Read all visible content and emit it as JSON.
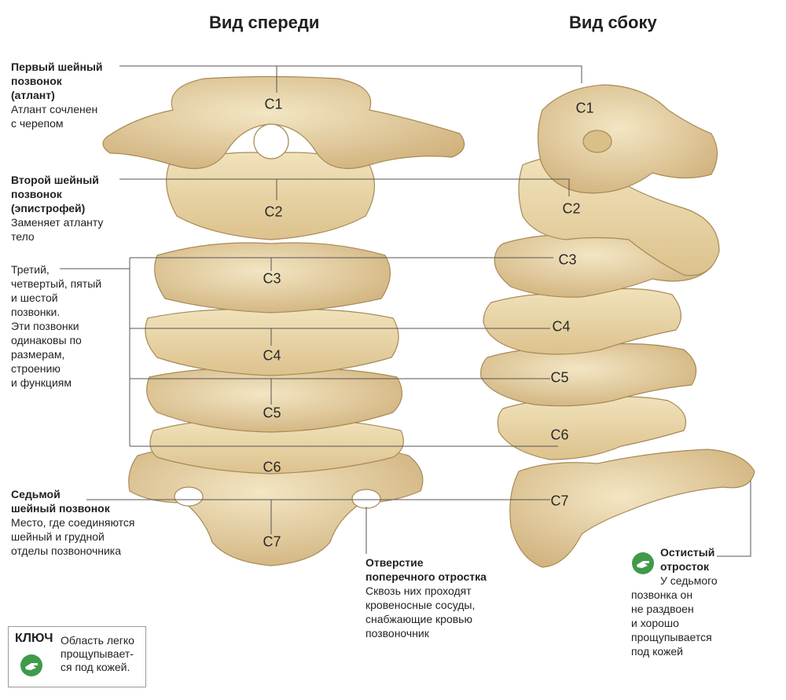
{
  "titles": {
    "front": "Вид спереди",
    "side": "Вид сбоку"
  },
  "labels": {
    "atlas": {
      "title_lines": [
        "Первый шейный",
        "позвонок",
        "(атлант)"
      ],
      "desc_lines": [
        "Атлант сочленен",
        "с черепом"
      ]
    },
    "axis": {
      "title_lines": [
        "Второй шейный",
        "позвонок",
        "(эпистрофей)"
      ],
      "desc_lines": [
        "Заменяет атланту",
        "тело"
      ]
    },
    "middle": {
      "desc_lines": [
        "Третий,",
        "четвертый, пятый",
        "и шестой",
        "позвонки.",
        "Эти позвонки",
        "одинаковы по",
        "размерам,",
        "строению",
        "и функциям"
      ]
    },
    "seventh": {
      "title_lines": [
        "Седьмой",
        "шейный позвонок"
      ],
      "desc_lines": [
        "Место, где соединяются",
        "шейный и грудной",
        "отделы позвоночника"
      ]
    },
    "foramen": {
      "title_lines": [
        "Отверстие",
        "поперечного отростка"
      ],
      "desc_lines": [
        "Сквозь них проходят",
        "кровеносные сосуды,",
        "снабжающие кровью",
        "позвоночник"
      ]
    },
    "spinous": {
      "title_lines": [
        "Остистый",
        "отросток"
      ],
      "desc_lines": [
        "У седьмого",
        "позвонка он",
        "не раздвоен",
        "и хорошо",
        "прощупывается",
        "под кожей"
      ]
    }
  },
  "vertebrae_front": [
    "C1",
    "C2",
    "C3",
    "C4",
    "C5",
    "C6",
    "C7"
  ],
  "vertebrae_side": [
    "C1",
    "C2",
    "C3",
    "C4",
    "C5",
    "C6",
    "C7"
  ],
  "key": {
    "title": "КЛЮЧ",
    "text_lines": [
      "Область легко",
      "прощупывает-",
      "ся под кожей."
    ],
    "icon": "hand-palpation-icon"
  },
  "colors": {
    "bone": "#e9d5a6",
    "bone_shadow": "#c9ab72",
    "bone_dark": "#a88a55",
    "key_green": "#3f9a4a",
    "line": "#555555"
  }
}
